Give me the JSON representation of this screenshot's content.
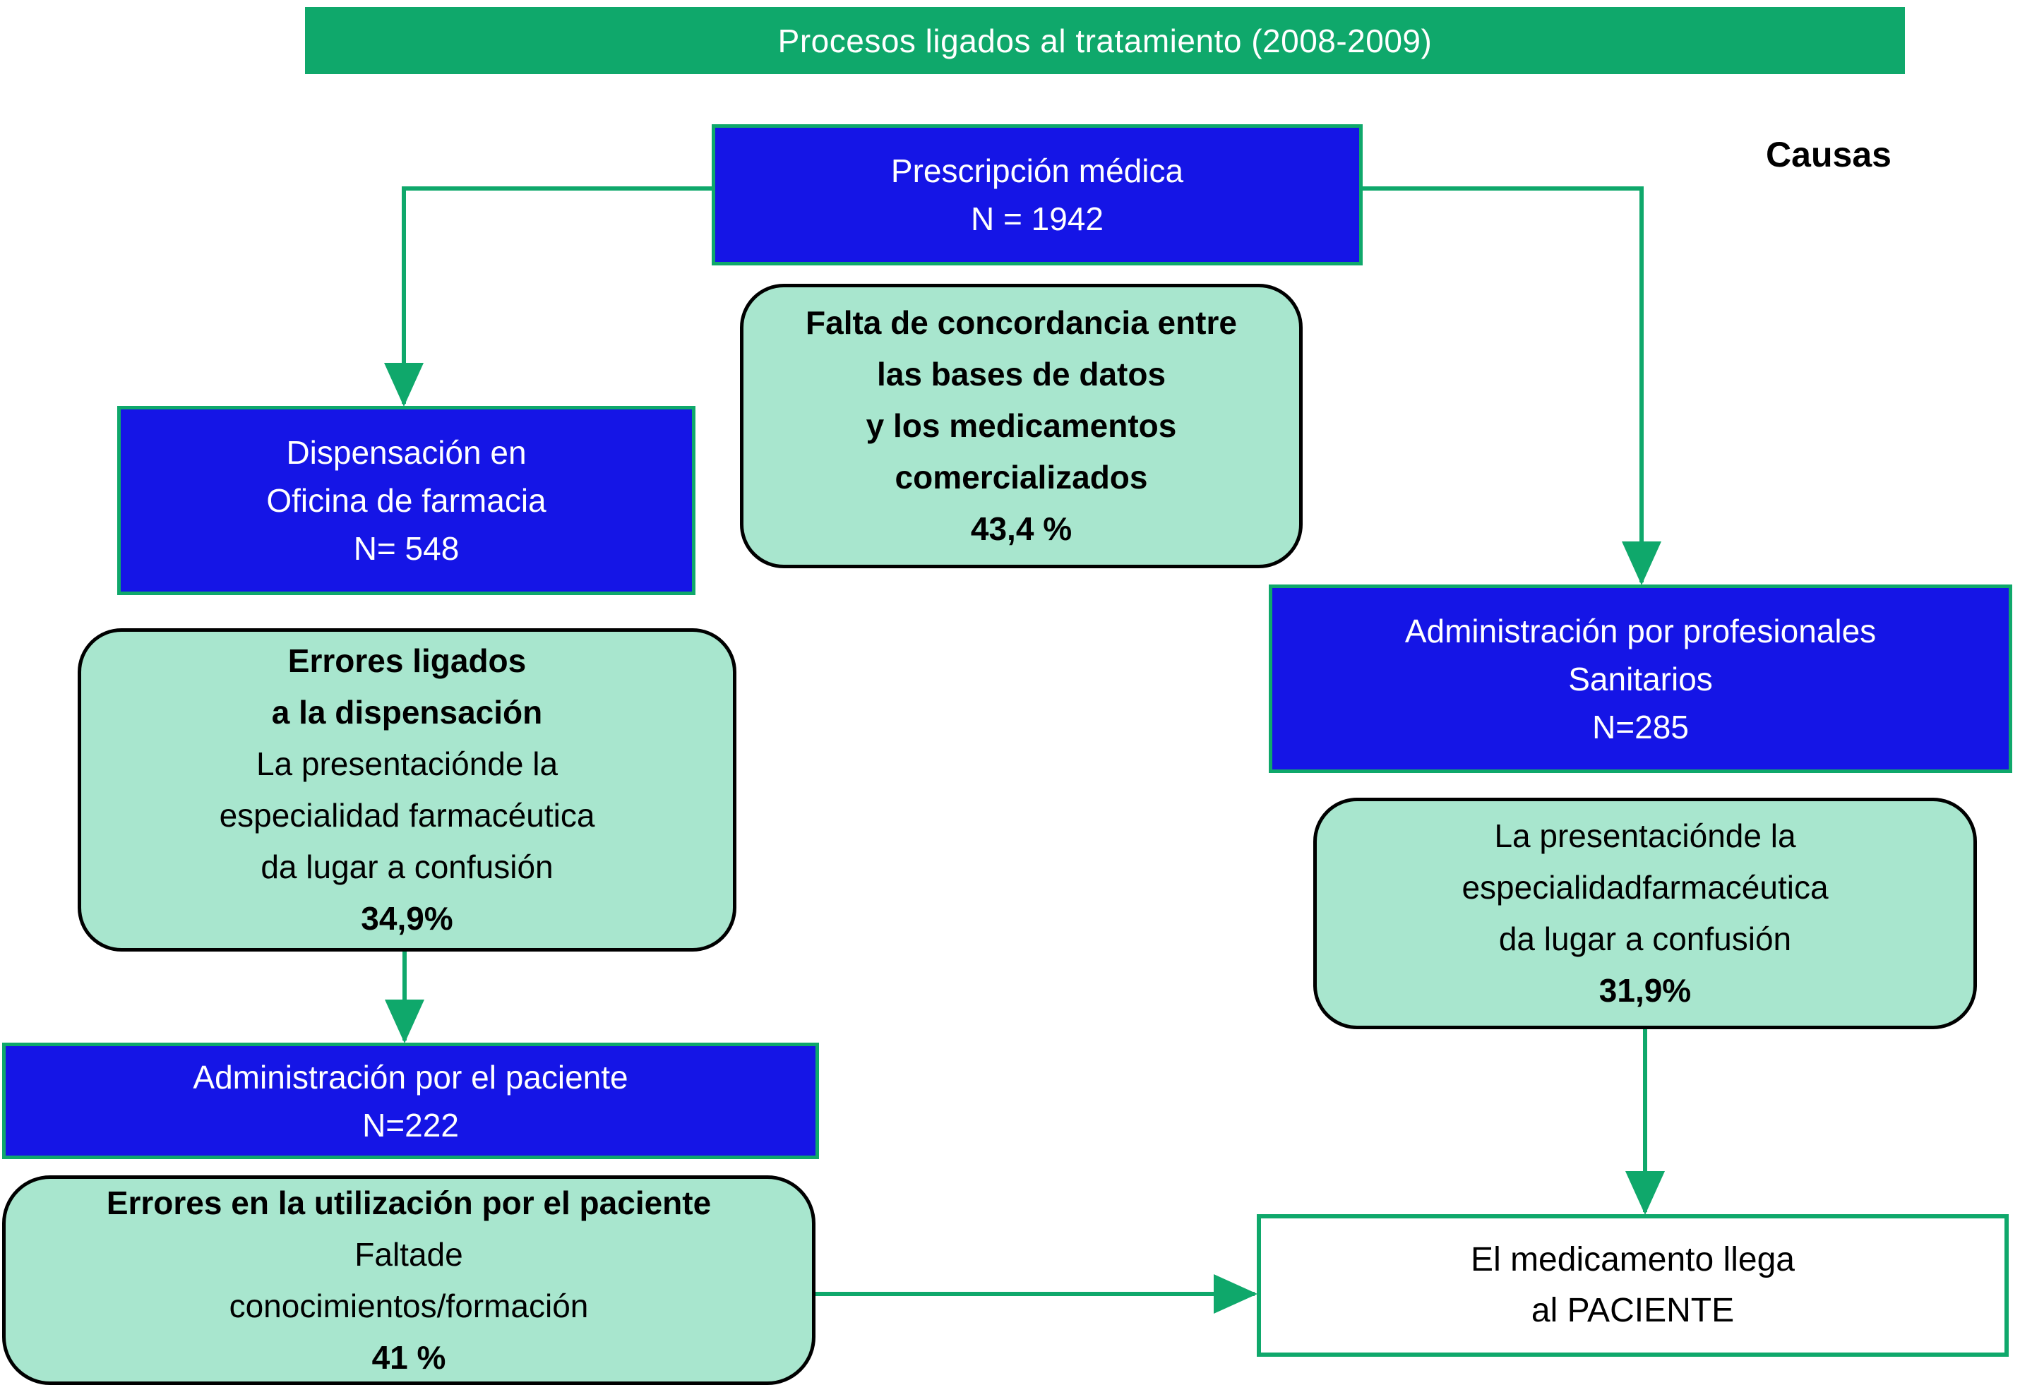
{
  "title": {
    "banner": "Procesos ligados al tratamiento (2008-2009)",
    "causas_label": "Causas"
  },
  "colors": {
    "green": "#0FA86B",
    "blue": "#1515E6",
    "teal": "#A8E6CE",
    "ink": "#000000",
    "paper": "#FFFFFF"
  },
  "boxes": {
    "prescripcion": {
      "line1": "Prescripción médica",
      "line2": "N = 1942"
    },
    "falta_concordancia": {
      "line1": "Falta de concordancia entre",
      "line2": "las bases de datos",
      "line3": "y los medicamentos",
      "line4": "comercializados",
      "pct": "43,4 %"
    },
    "dispensacion": {
      "line1": "Dispensación en",
      "line2": "Oficina de farmacia",
      "line3": "N= 548"
    },
    "errores_dispensacion": {
      "line1": "Errores ligados",
      "line2": "a la dispensación",
      "line3": "La presentaciónde la",
      "line4": "especialidad farmacéutica",
      "line5": "da lugar a confusión",
      "pct": "34,9%"
    },
    "admin_profesionales": {
      "line1": "Administración por profesionales",
      "line2": "Sanitarios",
      "line3": "N=285"
    },
    "presentacion_confusion": {
      "line1": "La presentaciónde la",
      "line2": "especialidadfarmacéutica",
      "line3": "da lugar a confusión",
      "pct": "31,9%"
    },
    "admin_paciente": {
      "line1": "Administración por el paciente",
      "line2": "N=222"
    },
    "errores_utilizacion": {
      "line1": "Errores en la utilización por el paciente",
      "line2": "Faltade",
      "line3": "conocimientos/formación",
      "pct": "41 %"
    },
    "medicamento_paciente": {
      "line1": "El medicamento llega",
      "line2": "al PACIENTE"
    }
  },
  "edges": [
    {
      "from": "prescripcion",
      "to": "dispensacion"
    },
    {
      "from": "prescripcion",
      "to": "admin_profesionales"
    },
    {
      "from": "errores_dispensacion",
      "to": "admin_paciente"
    },
    {
      "from": "presentacion_confusion",
      "to": "medicamento_paciente"
    },
    {
      "from": "errores_utilizacion",
      "to": "medicamento_paciente"
    }
  ]
}
